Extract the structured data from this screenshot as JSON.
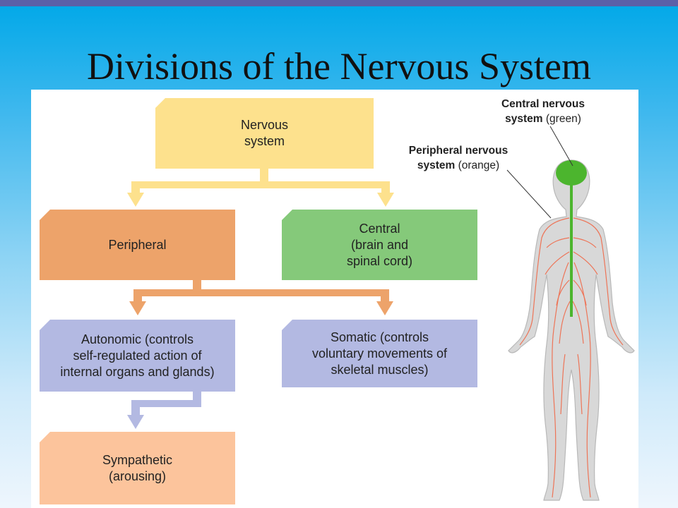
{
  "slide": {
    "title": "Divisions of the Nervous System"
  },
  "colors": {
    "background_top": "#00a8e8",
    "band": "#5b60a8",
    "nervous_system": "#fde18d",
    "peripheral": "#eda36a",
    "central": "#85c97a",
    "autonomic_somatic": "#b3b9e2",
    "sympathetic": "#fcc49c",
    "cns_green": "#4cb52e",
    "pns_orange": "#f06a4a"
  },
  "diagram": {
    "nervous_system": {
      "line1": "Nervous",
      "line2": "system"
    },
    "peripheral": {
      "label": "Peripheral"
    },
    "central": {
      "line1": "Central",
      "line2": "(brain and",
      "line3": "spinal cord)"
    },
    "autonomic": {
      "line1": "Autonomic (controls",
      "line2": "self-regulated action of",
      "line3": "internal organs and glands)"
    },
    "somatic": {
      "line1": "Somatic (controls",
      "line2": "voluntary movements of",
      "line3": "skeletal muscles)"
    },
    "sympathetic": {
      "line1": "Sympathetic",
      "line2": "(arousing)"
    }
  },
  "figure_labels": {
    "cns": {
      "bold": "Central nervous",
      "line2_bold": "system",
      "line2_rest": " (green)"
    },
    "pns": {
      "bold": "Peripheral nervous",
      "line2_bold": "system",
      "line2_rest": " (orange)"
    }
  }
}
